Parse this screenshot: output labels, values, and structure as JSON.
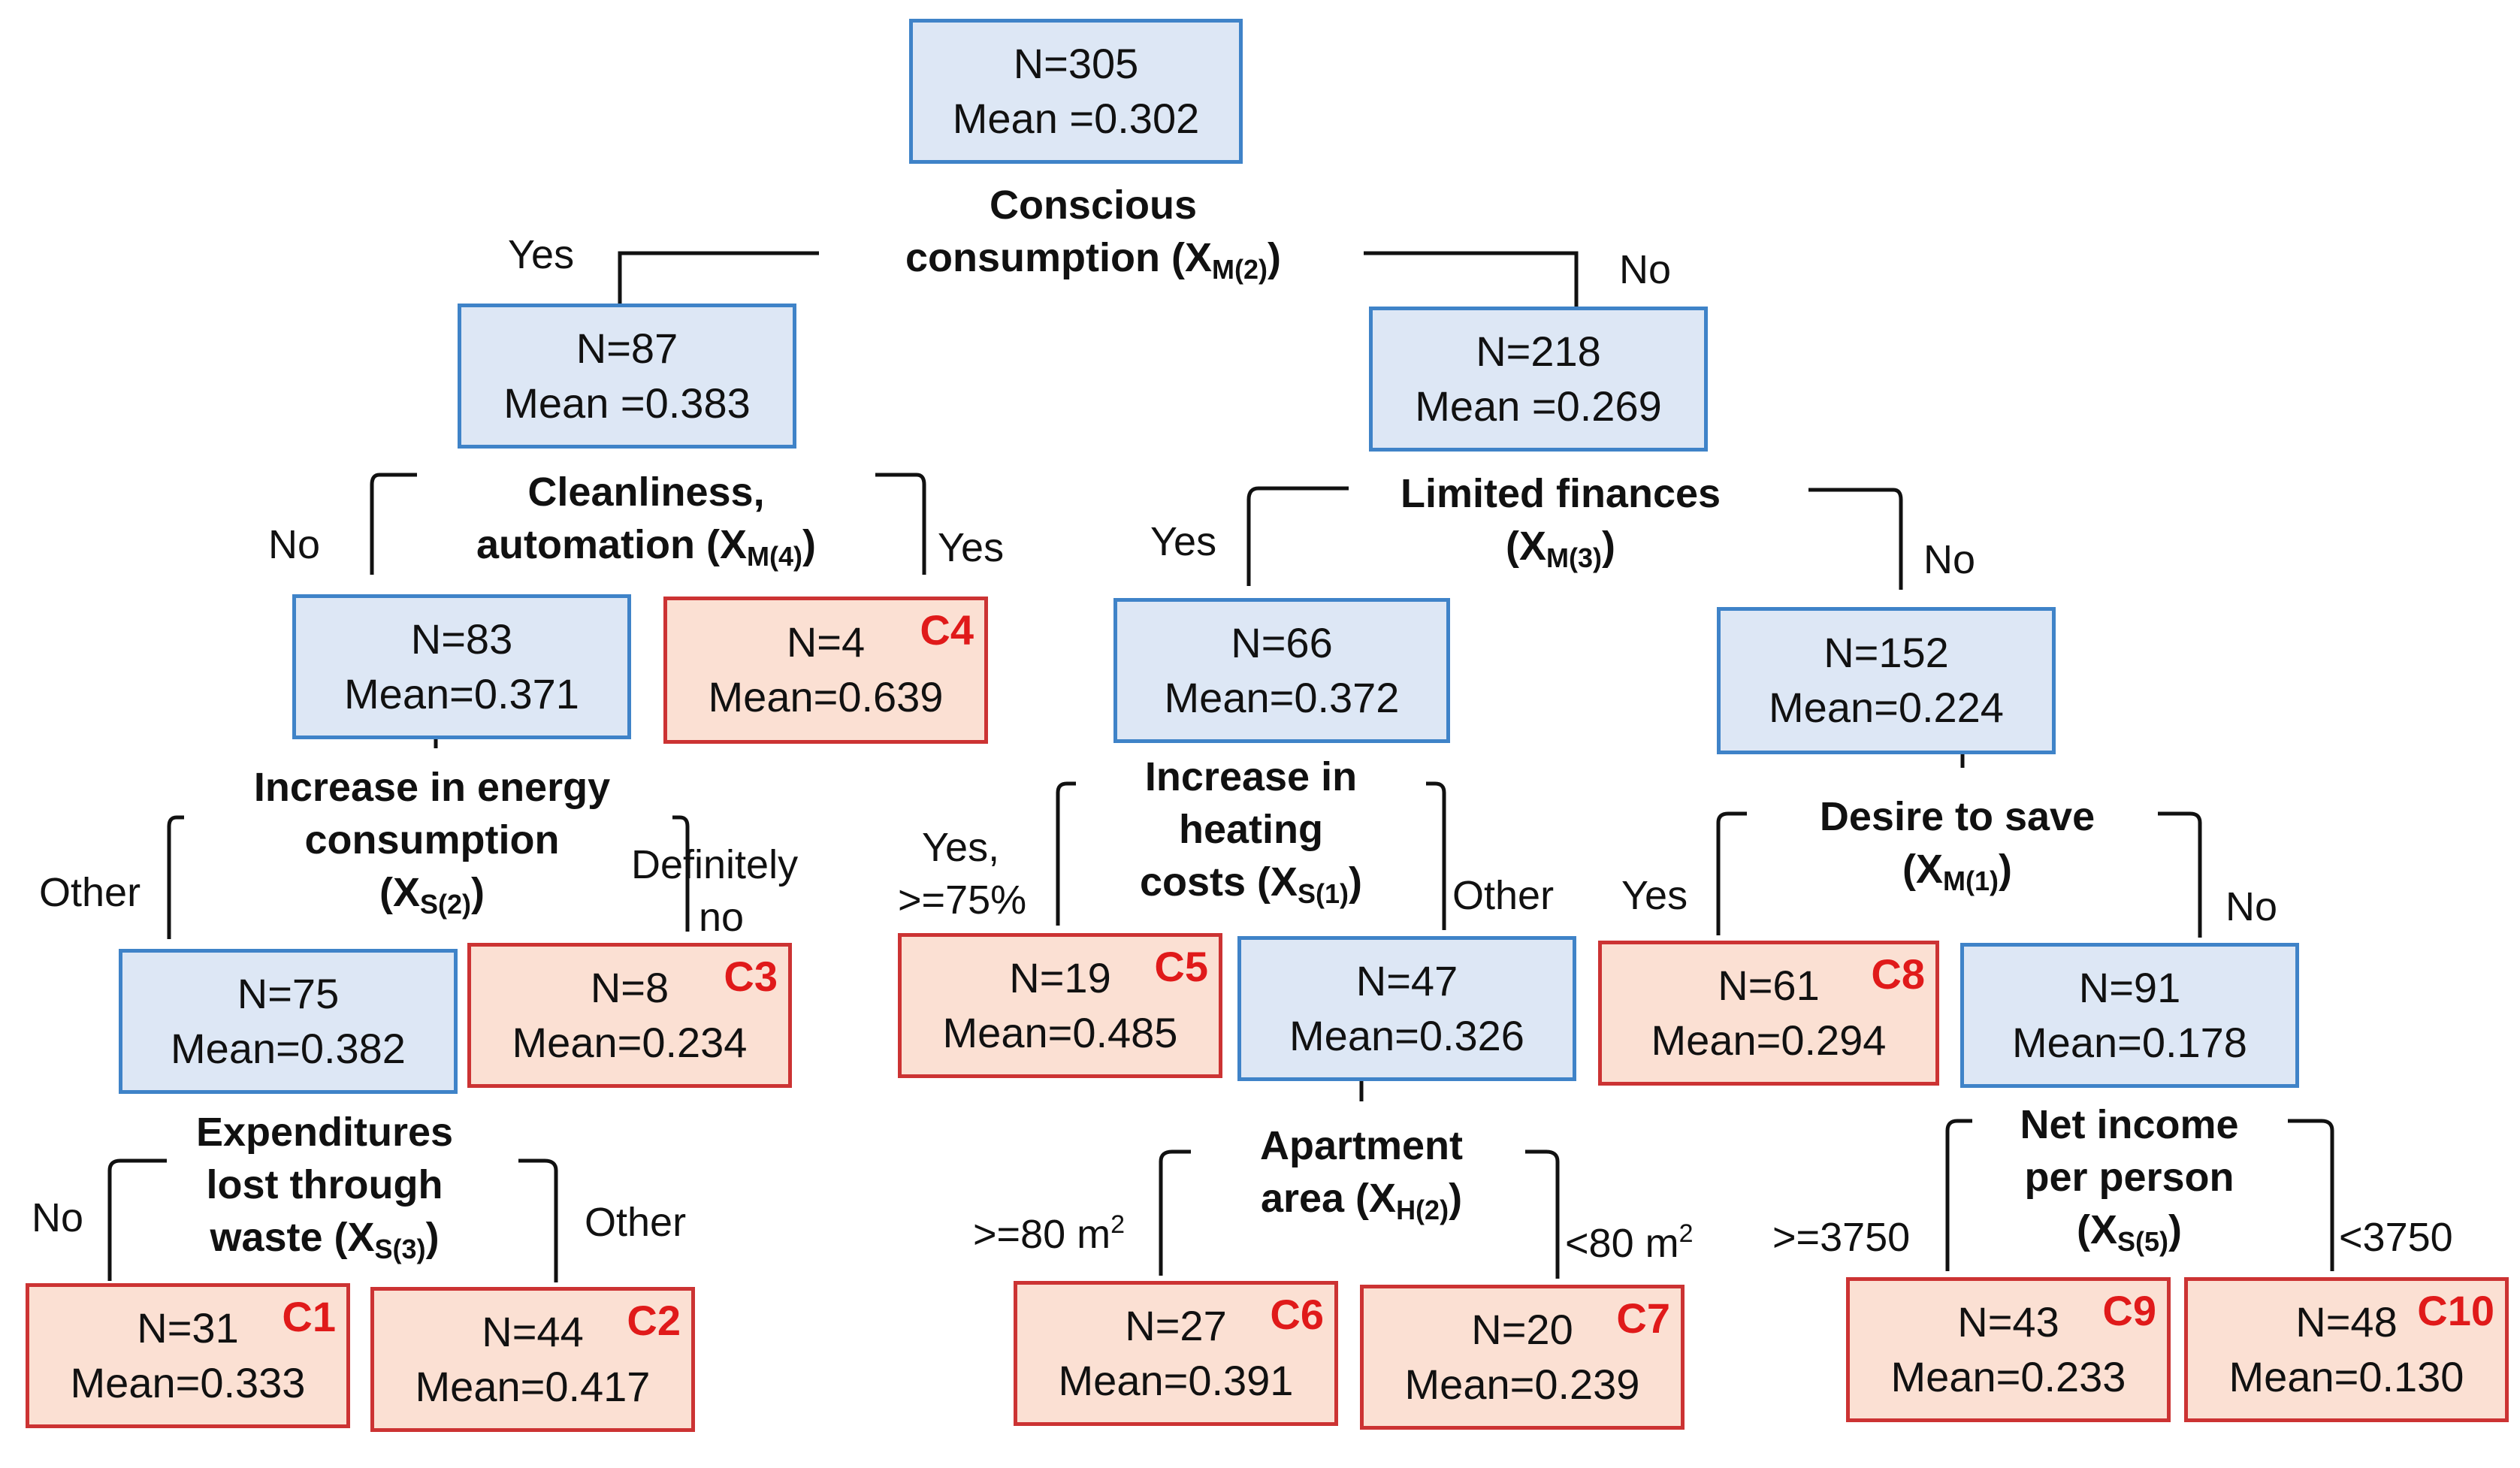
{
  "nodes": [
    {
      "n": "N=305",
      "mean": "Mean =0.302",
      "terminal": false,
      "tag": ""
    },
    {
      "n": "N=87",
      "mean": "Mean =0.383",
      "terminal": false,
      "tag": ""
    },
    {
      "n": "N=218",
      "mean": "Mean =0.269",
      "terminal": false,
      "tag": ""
    },
    {
      "n": "N=83",
      "mean": "Mean=0.371",
      "terminal": false,
      "tag": ""
    },
    {
      "n": "N=4",
      "mean": "Mean=0.639",
      "terminal": true,
      "tag": "C4"
    },
    {
      "n": "N=66",
      "mean": "Mean=0.372",
      "terminal": false,
      "tag": ""
    },
    {
      "n": "N=152",
      "mean": "Mean=0.224",
      "terminal": false,
      "tag": ""
    },
    {
      "n": "N=75",
      "mean": "Mean=0.382",
      "terminal": false,
      "tag": ""
    },
    {
      "n": "N=8",
      "mean": "Mean=0.234",
      "terminal": true,
      "tag": "C3"
    },
    {
      "n": "N=19",
      "mean": "Mean=0.485",
      "terminal": true,
      "tag": "C5"
    },
    {
      "n": "N=47",
      "mean": "Mean=0.326",
      "terminal": false,
      "tag": ""
    },
    {
      "n": "N=61",
      "mean": "Mean=0.294",
      "terminal": true,
      "tag": "C8"
    },
    {
      "n": "N=91",
      "mean": "Mean=0.178",
      "terminal": false,
      "tag": ""
    },
    {
      "n": "N=31",
      "mean": "Mean=0.333",
      "terminal": true,
      "tag": "C1"
    },
    {
      "n": "N=44",
      "mean": "Mean=0.417",
      "terminal": true,
      "tag": "C2"
    },
    {
      "n": "N=27",
      "mean": "Mean=0.391",
      "terminal": true,
      "tag": "C6"
    },
    {
      "n": "N=20",
      "mean": "Mean=0.239",
      "terminal": true,
      "tag": "C7"
    },
    {
      "n": "N=43",
      "mean": "Mean=0.233",
      "terminal": true,
      "tag": "C9"
    },
    {
      "n": "N=48",
      "mean": "Mean=0.130",
      "terminal": true,
      "tag": "C10"
    }
  ],
  "splits": [
    {
      "lines": [
        "Conscious",
        "consumption (X"
      ],
      "sub": "M(2)",
      "close": ")"
    },
    {
      "lines": [
        "Cleanliness,",
        "automation (X"
      ],
      "sub": "M(4)",
      "close": ")"
    },
    {
      "lines": [
        "Limited finances",
        "(X"
      ],
      "sub": "M(3)",
      "close": ")"
    },
    {
      "lines": [
        "Increase in energy",
        "consumption",
        "(X"
      ],
      "sub": "S(2)",
      "close": ")"
    },
    {
      "lines": [
        "Increase in",
        "heating",
        "costs (X"
      ],
      "sub": "S(1)",
      "close": ")"
    },
    {
      "lines": [
        "Desire to save",
        "(X"
      ],
      "sub": "M(1)",
      "close": ")"
    },
    {
      "lines": [
        "Expenditures",
        "lost through",
        "waste (X"
      ],
      "sub": "S(3)",
      "close": ")"
    },
    {
      "lines": [
        "Apartment",
        "area (X"
      ],
      "sub": "H(2)",
      "close": ")"
    },
    {
      "lines": [
        "Net income",
        "per person",
        "(X"
      ],
      "sub": "S(5)",
      "close": ")"
    }
  ],
  "branches": [
    {
      "text": "Yes"
    },
    {
      "text": "No"
    },
    {
      "text": "No"
    },
    {
      "text": "Yes"
    },
    {
      "text": "Yes"
    },
    {
      "text": "No"
    },
    {
      "text": "Other"
    },
    {
      "text": "Definitely",
      "text2": "no"
    },
    {
      "text": "Yes,",
      "text2": ">=75%"
    },
    {
      "text": "Other"
    },
    {
      "text": "Yes"
    },
    {
      "text": "No"
    },
    {
      "text": "No"
    },
    {
      "text": "Other"
    },
    {
      "text": ">=80 m",
      "sup": "2"
    },
    {
      "text": "<80 m",
      "sup": "2"
    },
    {
      "text": ">=3750"
    },
    {
      "text": "<3750"
    }
  ],
  "colors": {
    "inner_fill": "#dde7f5",
    "inner_border": "#3f83c8",
    "terminal_fill": "#fbe0d3",
    "terminal_border": "#cc3333",
    "tag": "#e01a1a",
    "connector": "#111111"
  }
}
